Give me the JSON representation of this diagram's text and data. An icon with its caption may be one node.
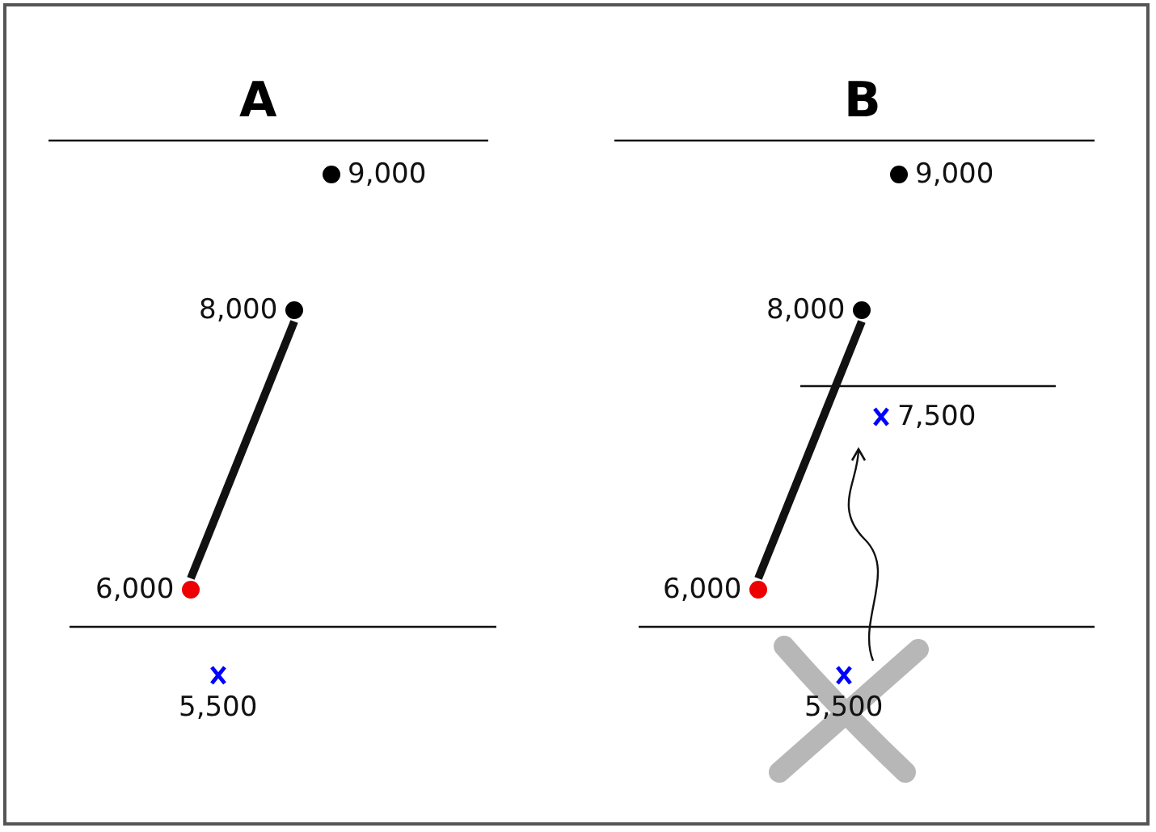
{
  "diagram": {
    "nodes": [
      {
        "text": [
          "9,000"
        ]
      },
      {
        "text": [
          "9,000"
        ]
      },
      {
        "text": [
          "8,000"
        ]
      },
      {
        "text": [
          "8,000"
        ]
      },
      {
        "text": [
          "7,500"
        ]
      },
      {
        "text": [
          "6,000"
        ]
      },
      {
        "text": [
          "6,000"
        ]
      },
      {
        "text": [
          "5,500"
        ]
      },
      {
        "text": [
          "5,500"
        ]
      }
    ],
    "edges": [
      {
        "from": 2,
        "to": 5,
        "arrow": "none"
      },
      {
        "from": 3,
        "to": 6,
        "arrow": "none"
      },
      {
        "from": 8,
        "to": 4,
        "arrow": "to"
      }
    ],
    "labels": [
      "A",
      "B"
    ]
  }
}
